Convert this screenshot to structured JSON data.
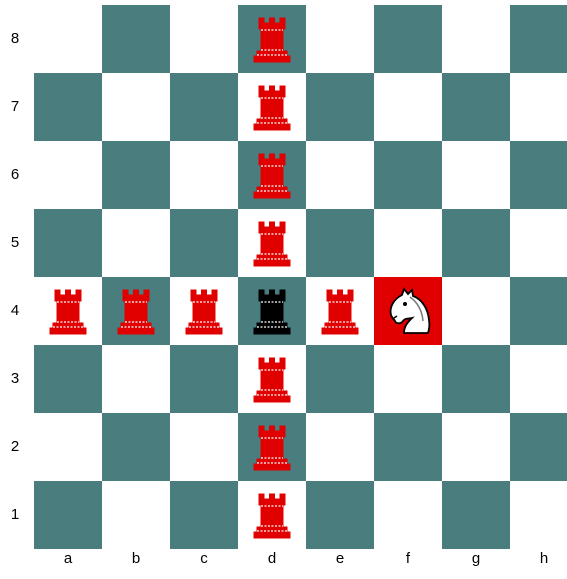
{
  "board": {
    "ranks": [
      "8",
      "7",
      "6",
      "5",
      "4",
      "3",
      "2",
      "1"
    ],
    "files": [
      "a",
      "b",
      "c",
      "d",
      "e",
      "f",
      "g",
      "h"
    ],
    "colors": {
      "light": "#ffffff",
      "dark": "#4a7d7e",
      "highlight": "#e00000",
      "red_piece": "#e00000",
      "black_piece": "#000000"
    },
    "highlighted_squares": [
      "f4"
    ],
    "pieces": [
      {
        "square": "d8",
        "type": "rook",
        "color": "red"
      },
      {
        "square": "d7",
        "type": "rook",
        "color": "red"
      },
      {
        "square": "d6",
        "type": "rook",
        "color": "red"
      },
      {
        "square": "d5",
        "type": "rook",
        "color": "red"
      },
      {
        "square": "a4",
        "type": "rook",
        "color": "red"
      },
      {
        "square": "b4",
        "type": "rook",
        "color": "red"
      },
      {
        "square": "c4",
        "type": "rook",
        "color": "red"
      },
      {
        "square": "d4",
        "type": "rook",
        "color": "black"
      },
      {
        "square": "e4",
        "type": "rook",
        "color": "red"
      },
      {
        "square": "f4",
        "type": "knight",
        "color": "white"
      },
      {
        "square": "d3",
        "type": "rook",
        "color": "red"
      },
      {
        "square": "d2",
        "type": "rook",
        "color": "red"
      },
      {
        "square": "d1",
        "type": "rook",
        "color": "red"
      }
    ]
  }
}
